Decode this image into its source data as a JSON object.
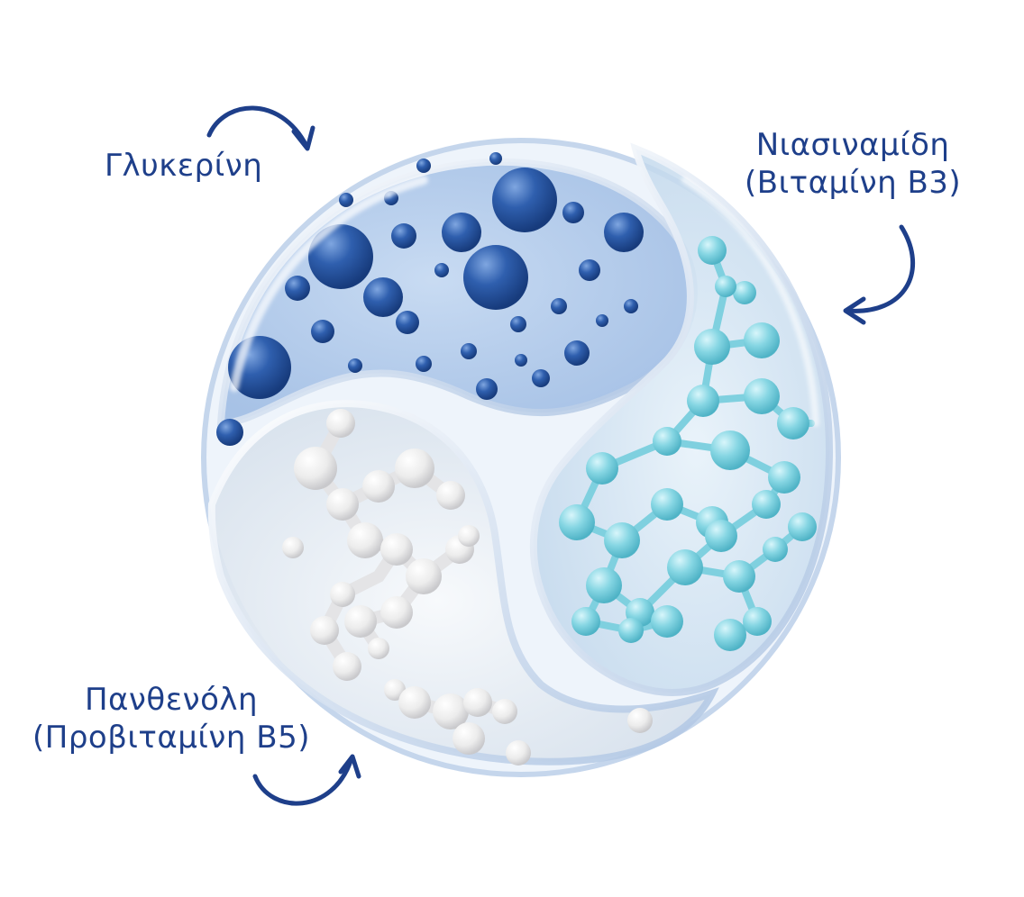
{
  "labels": {
    "glycerin": "Γλυκερίνη",
    "niacinamide_line1": "Νιασιναμίδη",
    "niacinamide_line2": "(Βιταμίνη Β3)",
    "panthenol_line1": "Πανθενόλη",
    "panthenol_line2": "(Προβιταμίνη Β5)"
  },
  "colors": {
    "text": "#1e3f8a",
    "arrow": "#1e3f8a",
    "glycerin_spheres": "#2c5aa8",
    "niacinamide_molecule": "#7fd3e0",
    "panthenol_molecule": "#f2f2f2",
    "capsule_glass": "#cfe0f4"
  },
  "icons": {
    "glycerin_arrow": "curved-arrow-icon",
    "niacinamide_arrow": "curved-arrow-icon",
    "panthenol_arrow": "curved-arrow-icon"
  }
}
